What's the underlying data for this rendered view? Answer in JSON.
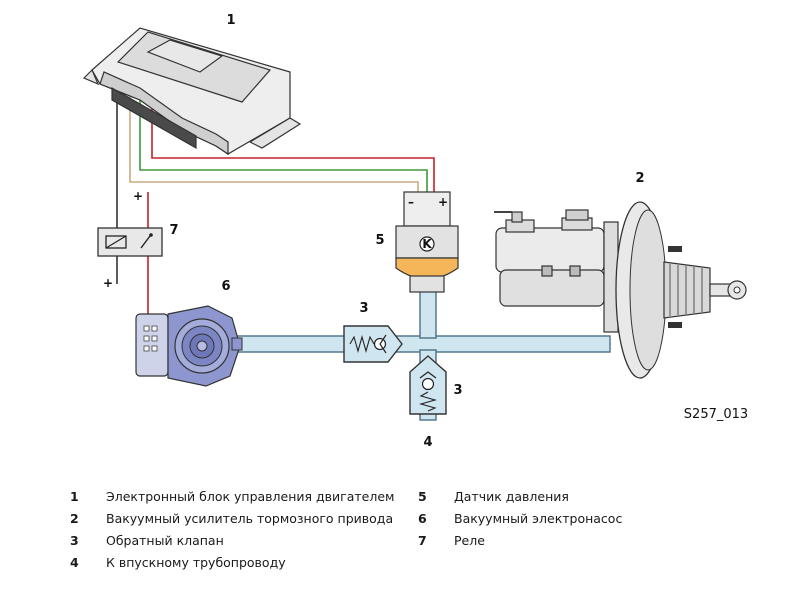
{
  "callouts": {
    "c1": "1",
    "c2": "2",
    "c3a": "3",
    "c3b": "3",
    "c4": "4",
    "c5": "5",
    "c6": "6",
    "c7": "7"
  },
  "polarity": {
    "minus": "–",
    "plus": "+"
  },
  "sensor_symbol": "K",
  "figure_ref": "S257_013",
  "legend_left": [
    {
      "num": "1",
      "text": "Электронный блок управления двигателем"
    },
    {
      "num": "2",
      "text": "Вакуумный усилитель тормозного привода"
    },
    {
      "num": "3",
      "text": "Обратный клапан"
    },
    {
      "num": "4",
      "text": "К впускному трубопроводу"
    }
  ],
  "legend_right": [
    {
      "num": "5",
      "text": "Датчик давления"
    },
    {
      "num": "6",
      "text": "Вакуумный электронасос"
    },
    {
      "num": "7",
      "text": "Реле"
    }
  ],
  "colors": {
    "wire_red": "#c8202a",
    "wire_green": "#3d9a3d",
    "wire_tan": "#c9ab80",
    "wire_dark": "#333333",
    "hose_fill": "#cfe5f0",
    "hose_stroke": "#4a6f86",
    "part_gray": "#e9e9e9",
    "pump_blue": "#8d96cf",
    "sensor_orange": "#f5b659"
  }
}
